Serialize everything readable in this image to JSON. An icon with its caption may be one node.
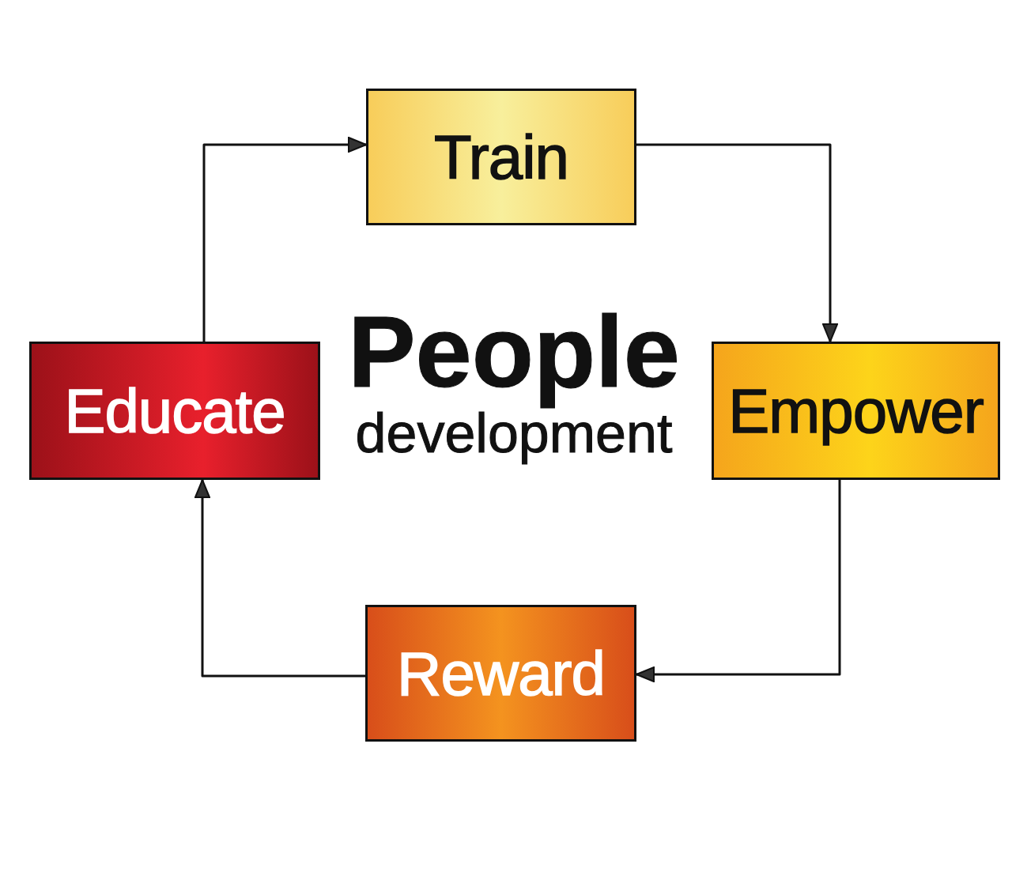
{
  "diagram": {
    "title": "People development",
    "nodes": [
      {
        "text": [
          "Train"
        ]
      },
      {
        "text": [
          "Empower"
        ]
      },
      {
        "text": [
          "Reward"
        ]
      },
      {
        "text": [
          "Educate"
        ]
      }
    ],
    "edges": [
      {
        "from": 3,
        "to": 0,
        "arrow": "to"
      },
      {
        "from": 0,
        "to": 1,
        "arrow": "to"
      },
      {
        "from": 1,
        "to": 2,
        "arrow": "to"
      },
      {
        "from": 2,
        "to": 3,
        "arrow": "to"
      }
    ]
  }
}
